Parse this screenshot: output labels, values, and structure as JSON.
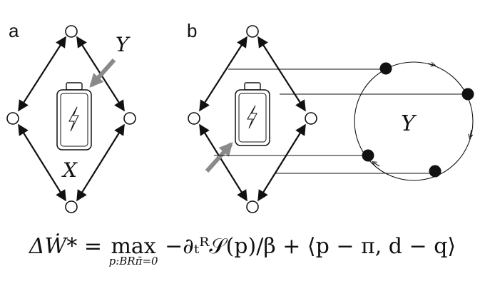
{
  "panels": {
    "a": {
      "label": "a",
      "system_label": "X",
      "reservoir_label": "Y"
    },
    "b": {
      "label": "b",
      "reservoir_label": "Y"
    }
  },
  "formula": {
    "lhs": "ΔẆ* = ",
    "operator": "max",
    "operator_subscript": "p:BRπ̄=0",
    "rhs": " −∂ₜᴿ𝒮(p)/β + ⟨p − π, d − q⟩"
  },
  "icons": [
    "battery-icon",
    "lightning-bolt-icon",
    "gray-arrow-icon"
  ],
  "colors": {
    "ink": "#111111",
    "arrow_gray": "#8a8a8a",
    "background": "#ffffff"
  }
}
